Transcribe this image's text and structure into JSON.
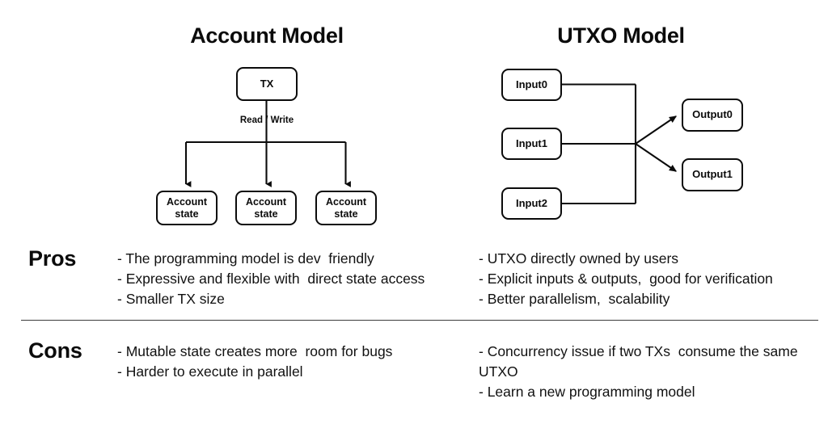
{
  "titles": {
    "account": "Account Model",
    "utxo": "UTXO Model"
  },
  "account_diagram": {
    "tx_node": "TX",
    "edge_label": "Read / Write",
    "account_states": [
      "Account\nstate",
      "Account\nstate",
      "Account\nstate"
    ]
  },
  "utxo_diagram": {
    "inputs": [
      "Input0",
      "Input1",
      "Input2"
    ],
    "outputs": [
      "Output0",
      "Output1"
    ]
  },
  "comparison": {
    "pros_label": "Pros",
    "cons_label": "Cons",
    "pros": {
      "account": [
        "- The programming model is dev  friendly",
        "- Expressive and flexible with  direct state access",
        "- Smaller TX size"
      ],
      "utxo": [
        "- UTXO directly owned by users",
        "- Explicit inputs & outputs,  good for verification",
        "- Better parallelism,  scalability"
      ]
    },
    "cons": {
      "account": [
        "- Mutable state creates more  room for bugs",
        "- Harder to execute in parallel"
      ],
      "utxo": [
        "- Concurrency issue if two TXs  consume the same UTXO",
        "- Learn a new programming model"
      ]
    }
  },
  "colors": {
    "stroke": "#0b0b0b",
    "text": "#111111",
    "background": "#ffffff",
    "divider": "#3c3c3c"
  }
}
